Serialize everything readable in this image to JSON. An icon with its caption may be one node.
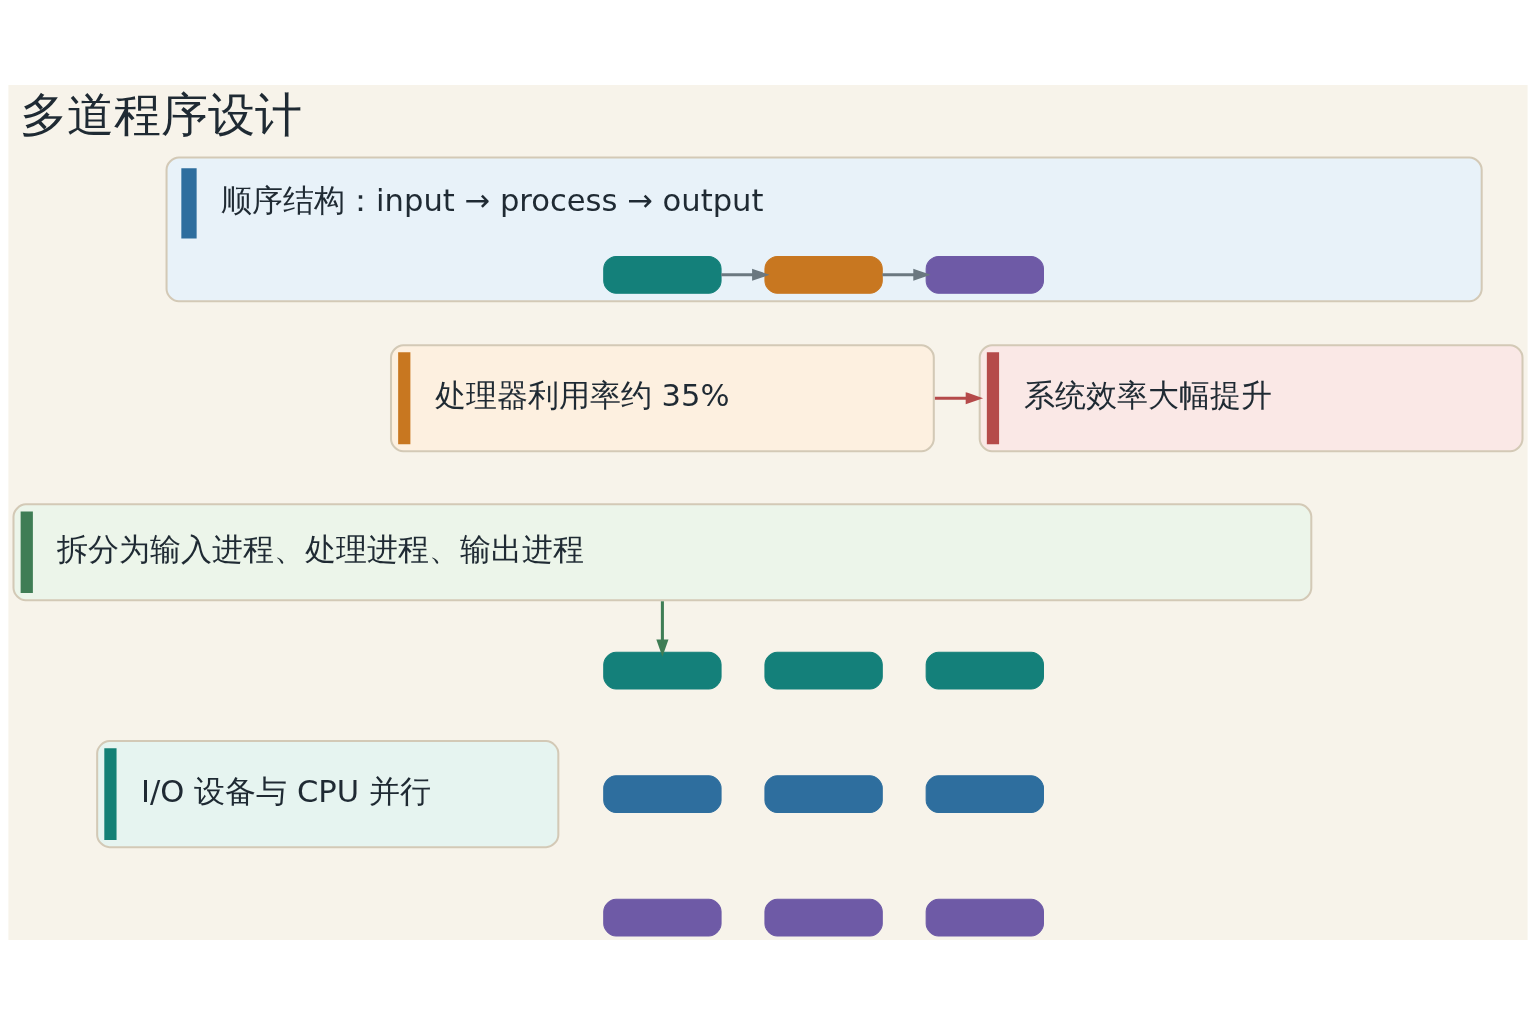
{
  "diagram": {
    "title": "多道程序设计",
    "nodes": [
      {
        "text": [
          "顺序结构：input → process → output"
        ]
      },
      {
        "text": [],
        "shape": "bar",
        "in": 0
      },
      {
        "text": [],
        "shape": "bar",
        "in": 0
      },
      {
        "text": [],
        "shape": "bar",
        "in": 0
      },
      {
        "text": [
          "处理器利用率约 35%"
        ]
      },
      {
        "text": [
          "系统效率大幅提升"
        ]
      },
      {
        "text": [
          "拆分为输入进程、处理进程、输出进程"
        ]
      },
      {
        "text": [
          "I/O 设备与 CPU 并行"
        ]
      },
      {
        "text": [],
        "shape": "bar"
      },
      {
        "text": [],
        "shape": "bar"
      },
      {
        "text": [],
        "shape": "bar"
      },
      {
        "text": [],
        "shape": "bar"
      },
      {
        "text": [],
        "shape": "bar"
      },
      {
        "text": [],
        "shape": "bar"
      },
      {
        "text": [],
        "shape": "bar"
      },
      {
        "text": [],
        "shape": "bar"
      },
      {
        "text": [],
        "shape": "bar"
      }
    ],
    "edges": [
      {
        "from": 1,
        "to": 2,
        "arrow": "to"
      },
      {
        "from": 2,
        "to": 3,
        "arrow": "to"
      },
      {
        "from": 4,
        "to": 5,
        "arrow": "to",
        "color": "#b54a4a"
      },
      {
        "from": 6,
        "to": 8,
        "arrow": "to",
        "color": "#3f7d55"
      }
    ]
  }
}
